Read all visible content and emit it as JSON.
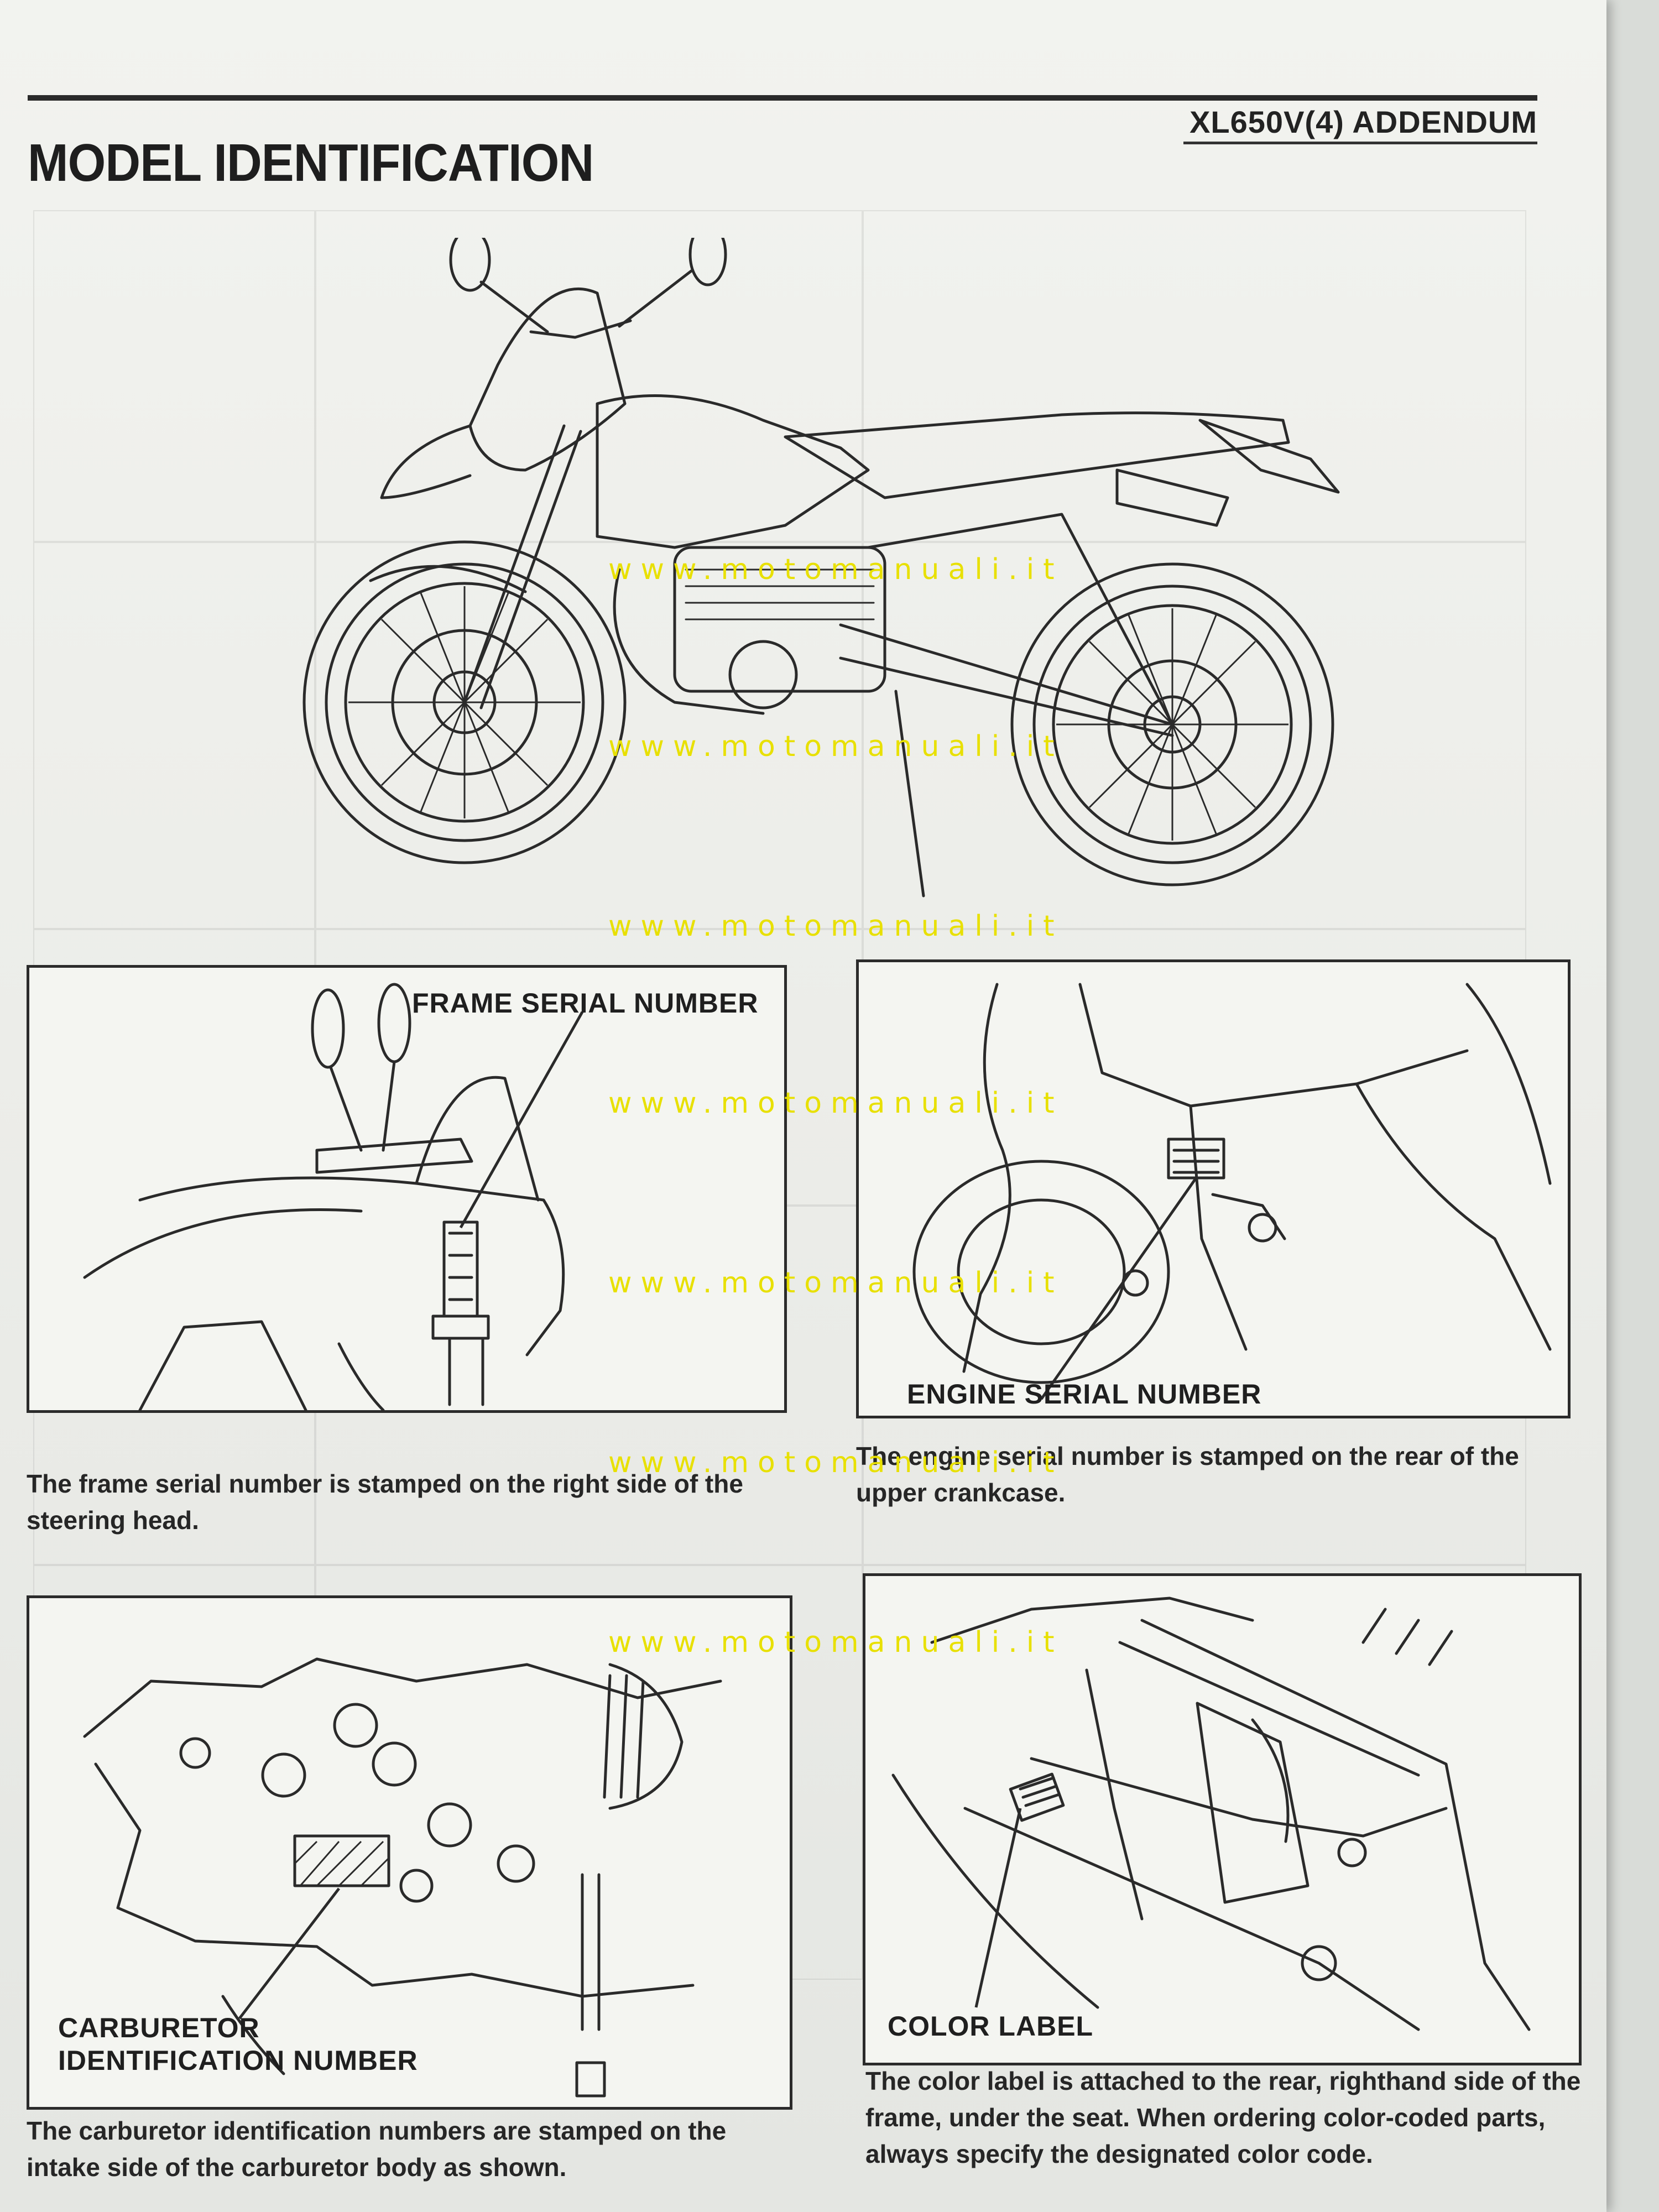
{
  "header": {
    "title": "MODEL IDENTIFICATION",
    "section": "XL650V(4) ADDENDUM"
  },
  "figures": {
    "frame": {
      "label": "FRAME SERIAL NUMBER",
      "caption": "The frame serial number is stamped on the right side of the steering head."
    },
    "engine": {
      "label": "ENGINE SERIAL NUMBER",
      "caption": "The engine serial number is stamped on the rear of the upper crankcase."
    },
    "carburetor": {
      "label_line1": "CARBURETOR",
      "label_line2": "IDENTIFICATION NUMBER",
      "caption": "The carburetor identification numbers are stamped on the intake side of the carburetor body as shown."
    },
    "color": {
      "label": "COLOR LABEL",
      "caption": "The color label is attached to the rear, righthand side of the frame, under the seat. When ordering color-coded parts, always specify the designated color code."
    }
  },
  "watermark": {
    "text": "www.motomanuali.it"
  },
  "colors": {
    "paper": "#f2f3ef",
    "ink": "#222222",
    "watermark": "#e8e000"
  }
}
